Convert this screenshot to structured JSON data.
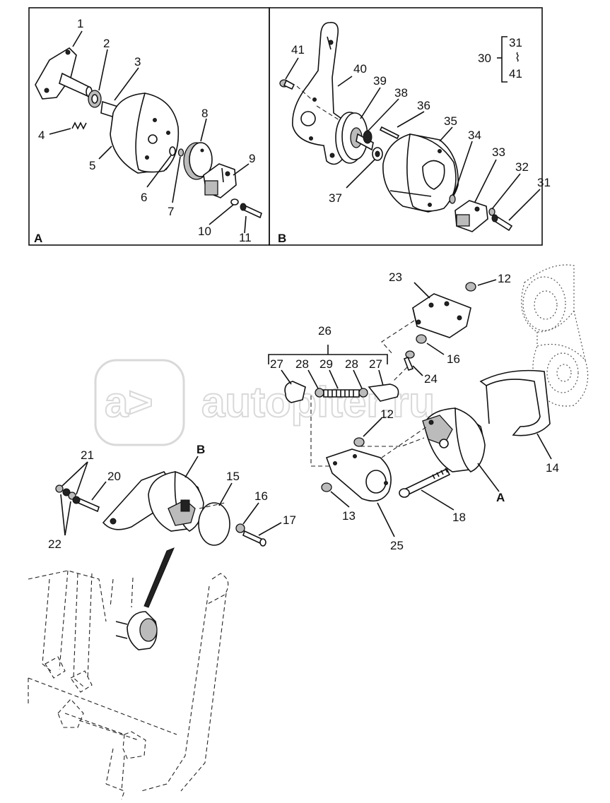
{
  "panels": {
    "a_label": "A",
    "b_label": "B"
  },
  "bracket": {
    "group": "30",
    "top": "31",
    "mid": "⌇",
    "bottom": "41"
  },
  "callouts": {
    "c1": "1",
    "c2": "2",
    "c3": "3",
    "c4": "4",
    "c5": "5",
    "c6": "6",
    "c7": "7",
    "c8": "8",
    "c9": "9",
    "c10": "10",
    "c11": "11",
    "c41": "41",
    "c40": "40",
    "c39": "39",
    "c38": "38",
    "c36": "36",
    "c35": "35",
    "c34": "34",
    "c33": "33",
    "c32": "32",
    "c31": "31",
    "c37": "37",
    "c23": "23",
    "c12a": "12",
    "c16a": "16",
    "c26": "26",
    "c24": "24",
    "c27a": "27",
    "c28a": "28",
    "c29": "29",
    "c28b": "28",
    "c27b": "27",
    "c12b": "12",
    "c14": "14",
    "c13": "13",
    "c25": "25",
    "c18": "18",
    "cA": "A",
    "c21": "21",
    "c20": "20",
    "cB": "B",
    "c15": "15",
    "c16b": "16",
    "c17": "17",
    "c22": "22"
  },
  "watermark": {
    "logo": "a>",
    "text": "autopiter.ru"
  }
}
